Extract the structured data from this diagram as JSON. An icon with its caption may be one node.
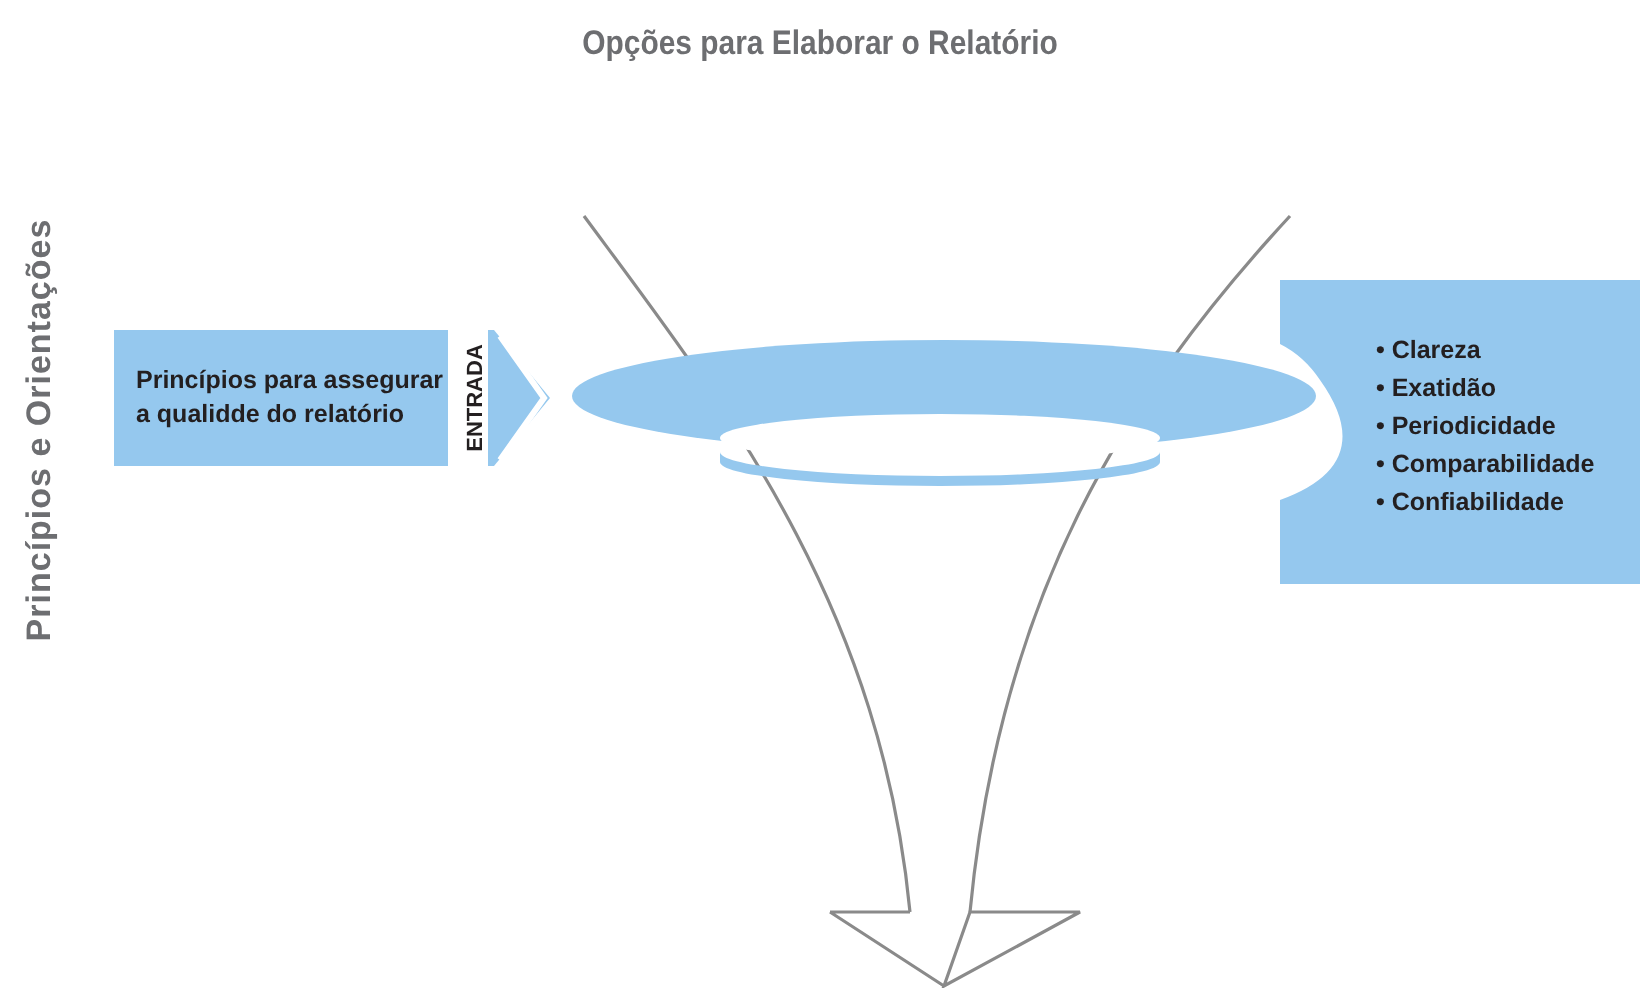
{
  "diagram": {
    "title": "Opções para Elaborar o Relatório",
    "nodes": [
      {
        "text": [
          "Princípios para assegurar a qualidde do relatório",
          "ENTRADA"
        ]
      },
      {
        "text": [],
        "shape": "ellipse"
      },
      {
        "text": [
          "• Clareza",
          "• Exatidão",
          "• Periodicidade",
          "• Comparabilidade",
          "• Confiabilidade"
        ]
      }
    ],
    "labels": [
      "Princípios e Orientações"
    ]
  }
}
